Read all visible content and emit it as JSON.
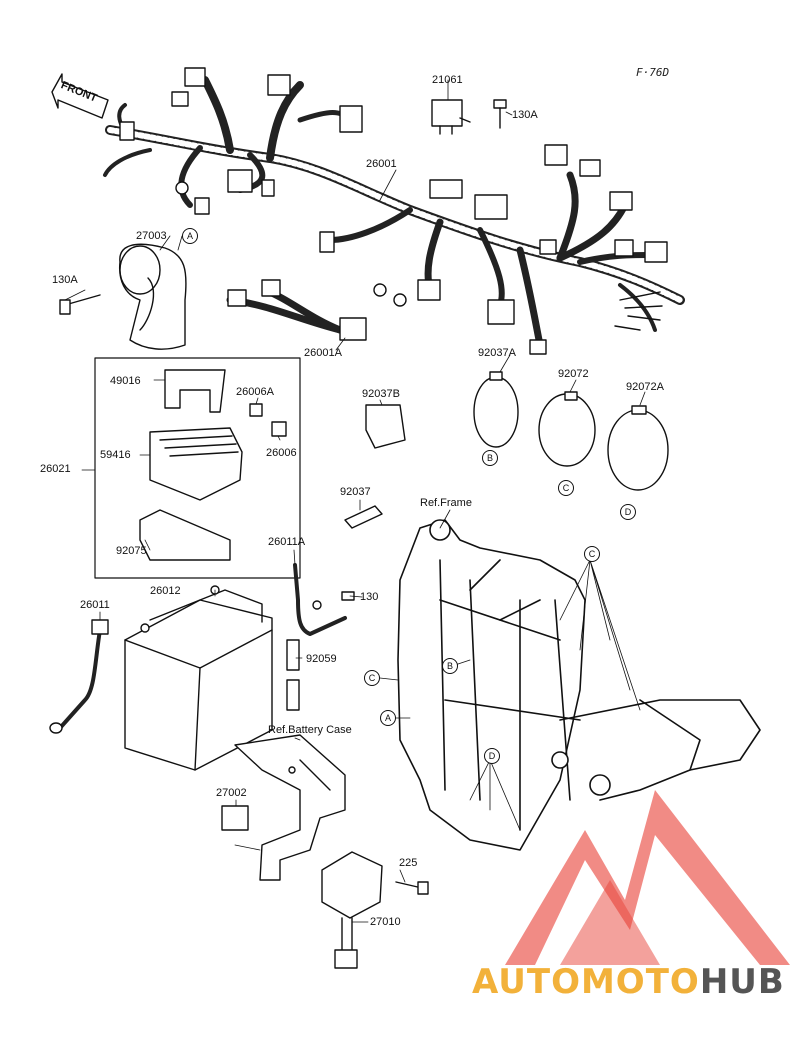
{
  "diagram_code": "F·76D",
  "front_arrow": "FRONT",
  "parts": {
    "p21061": "21061",
    "p130A_top": "130A",
    "p26001": "26001",
    "p27003": "27003",
    "p130A_left": "130A",
    "p26001A": "26001A",
    "p92037A": "92037A",
    "p92072": "92072",
    "p92072A": "92072A",
    "p49016": "49016",
    "p26006A": "26006A",
    "p92037B": "92037B",
    "p59416": "59416",
    "p26006": "26006",
    "p26021": "26021",
    "p92037": "92037",
    "p92075": "92075",
    "p26011A": "26011A",
    "p26012": "26012",
    "p26011": "26011",
    "p130": "130",
    "p92059": "92059",
    "p27002": "27002",
    "p225": "225",
    "p27010": "27010"
  },
  "refs": {
    "frame": "Ref.Frame",
    "battery_case": "Ref.Battery Case"
  },
  "callouts": {
    "A": "A",
    "B": "B",
    "C": "C",
    "D": "D"
  },
  "watermark": {
    "part1": "AUTOMOTO",
    "part2": "HUB",
    "color1": "#f2b13a",
    "color2": "#555555",
    "triangle_color": "#e8433a"
  }
}
